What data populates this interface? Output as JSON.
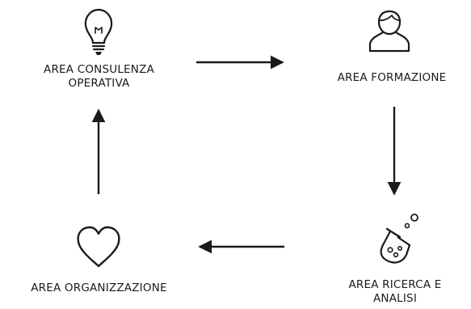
{
  "nodes": {
    "consulenza": {
      "label": "AREA CONSULENZA\nOPERATIVA",
      "icon": "lightbulb-icon"
    },
    "formazione": {
      "label": "AREA FORMAZIONE",
      "icon": "user-icon"
    },
    "ricerca": {
      "label": "AREA RICERCA E\nANALISI",
      "icon": "flask-icon"
    },
    "organizzazione": {
      "label": "AREA ORGANIZZAZIONE",
      "icon": "heart-icon"
    }
  },
  "colors": {
    "stroke": "#1a1a1a",
    "background": "#ffffff"
  },
  "flow": [
    {
      "from": "consulenza",
      "to": "formazione"
    },
    {
      "from": "formazione",
      "to": "ricerca"
    },
    {
      "from": "ricerca",
      "to": "organizzazione"
    },
    {
      "from": "organizzazione",
      "to": "consulenza"
    }
  ]
}
